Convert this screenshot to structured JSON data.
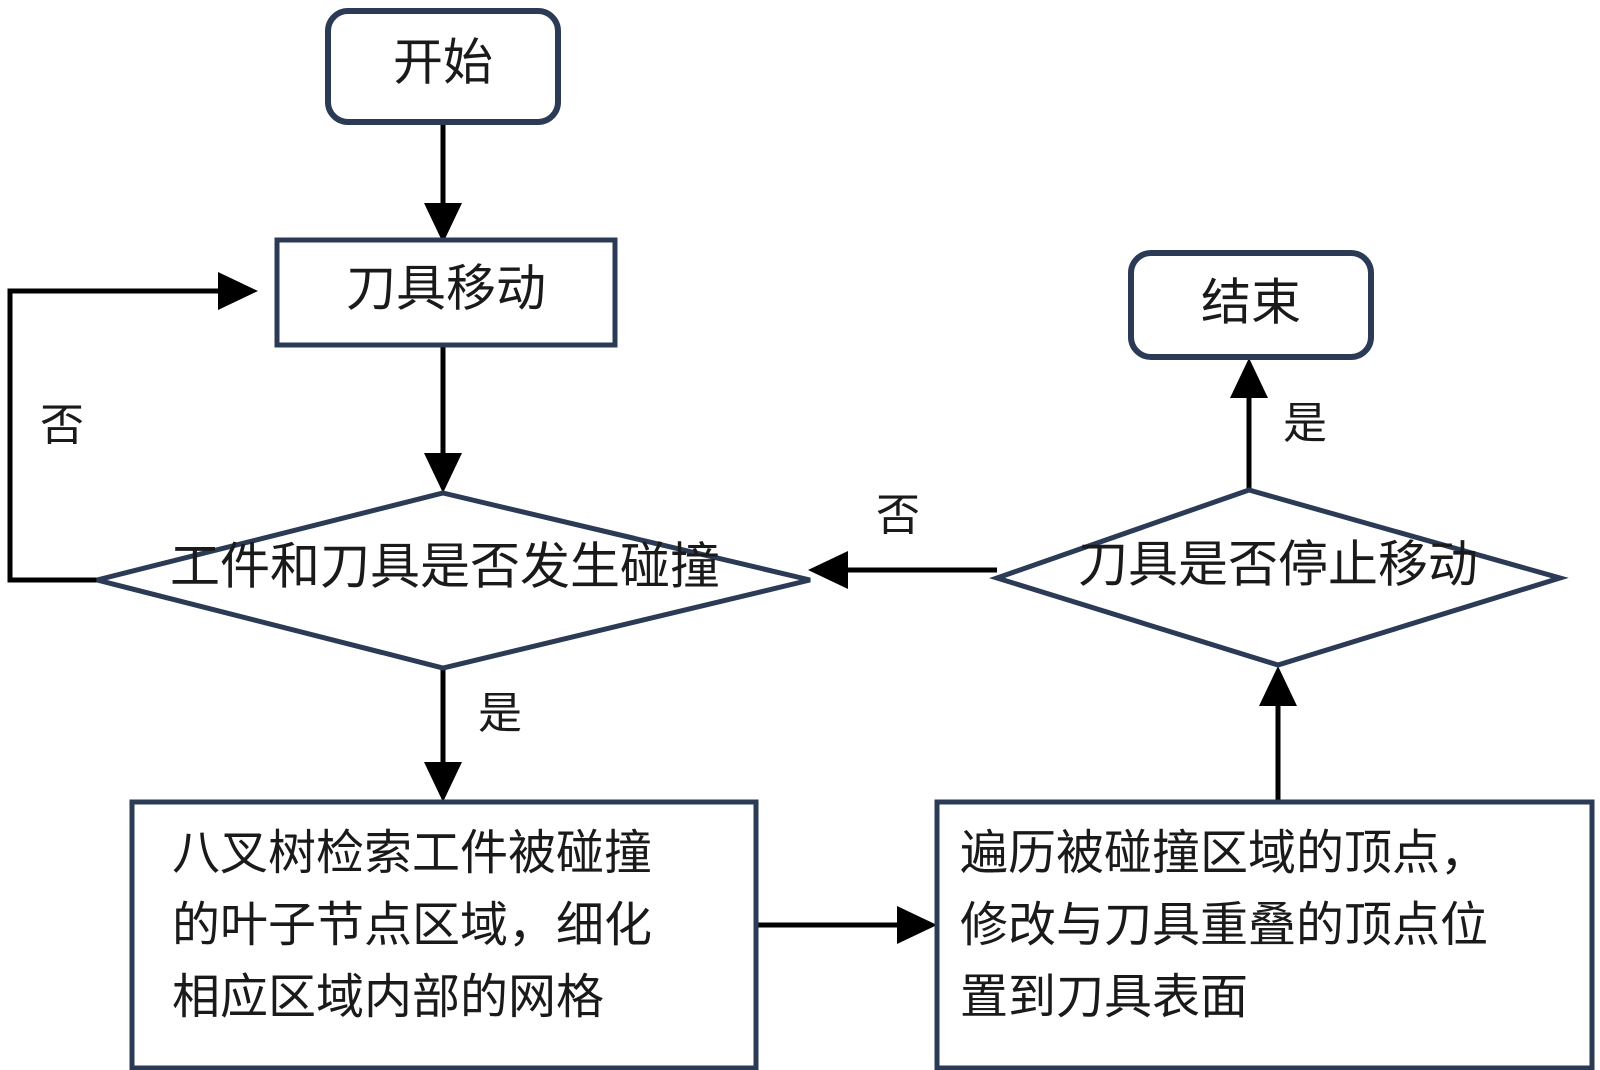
{
  "diagram": {
    "title": "刀具与工件碰撞检测流程图",
    "colors": {
      "node_border": "#2b3a55",
      "node_fill": "#ffffff",
      "edge": "#000000",
      "text": "#1a1a1a",
      "background": "#ffffff"
    },
    "nodes": {
      "start": {
        "label": "开始",
        "shape": "terminator"
      },
      "tool_move": {
        "label": "刀具移动",
        "shape": "process"
      },
      "collision_check": {
        "label": "工件和刀具是否发生碰撞",
        "shape": "decision"
      },
      "stop_check": {
        "label": "刀具是否停止移动",
        "shape": "decision"
      },
      "end": {
        "label": "结束",
        "shape": "terminator"
      },
      "octree": {
        "shape": "process",
        "label": "八叉树检索工件被碰撞的叶子节点区域，细化相应区域内部的网格",
        "lines": [
          "八叉树检索工件被碰撞",
          "的叶子节点区域，细化",
          "相应区域内部的网格"
        ]
      },
      "vertex_update": {
        "shape": "process",
        "label": "遍历被碰撞区域的顶点，修改与刀具重叠的顶点位置到刀具表面",
        "lines": [
          "遍历被碰撞区域的顶点，",
          "修改与刀具重叠的顶点位",
          "置到刀具表面"
        ]
      }
    },
    "edge_labels": {
      "collision_no": "否",
      "collision_yes": "是",
      "stop_no": "否",
      "stop_yes": "是"
    }
  }
}
